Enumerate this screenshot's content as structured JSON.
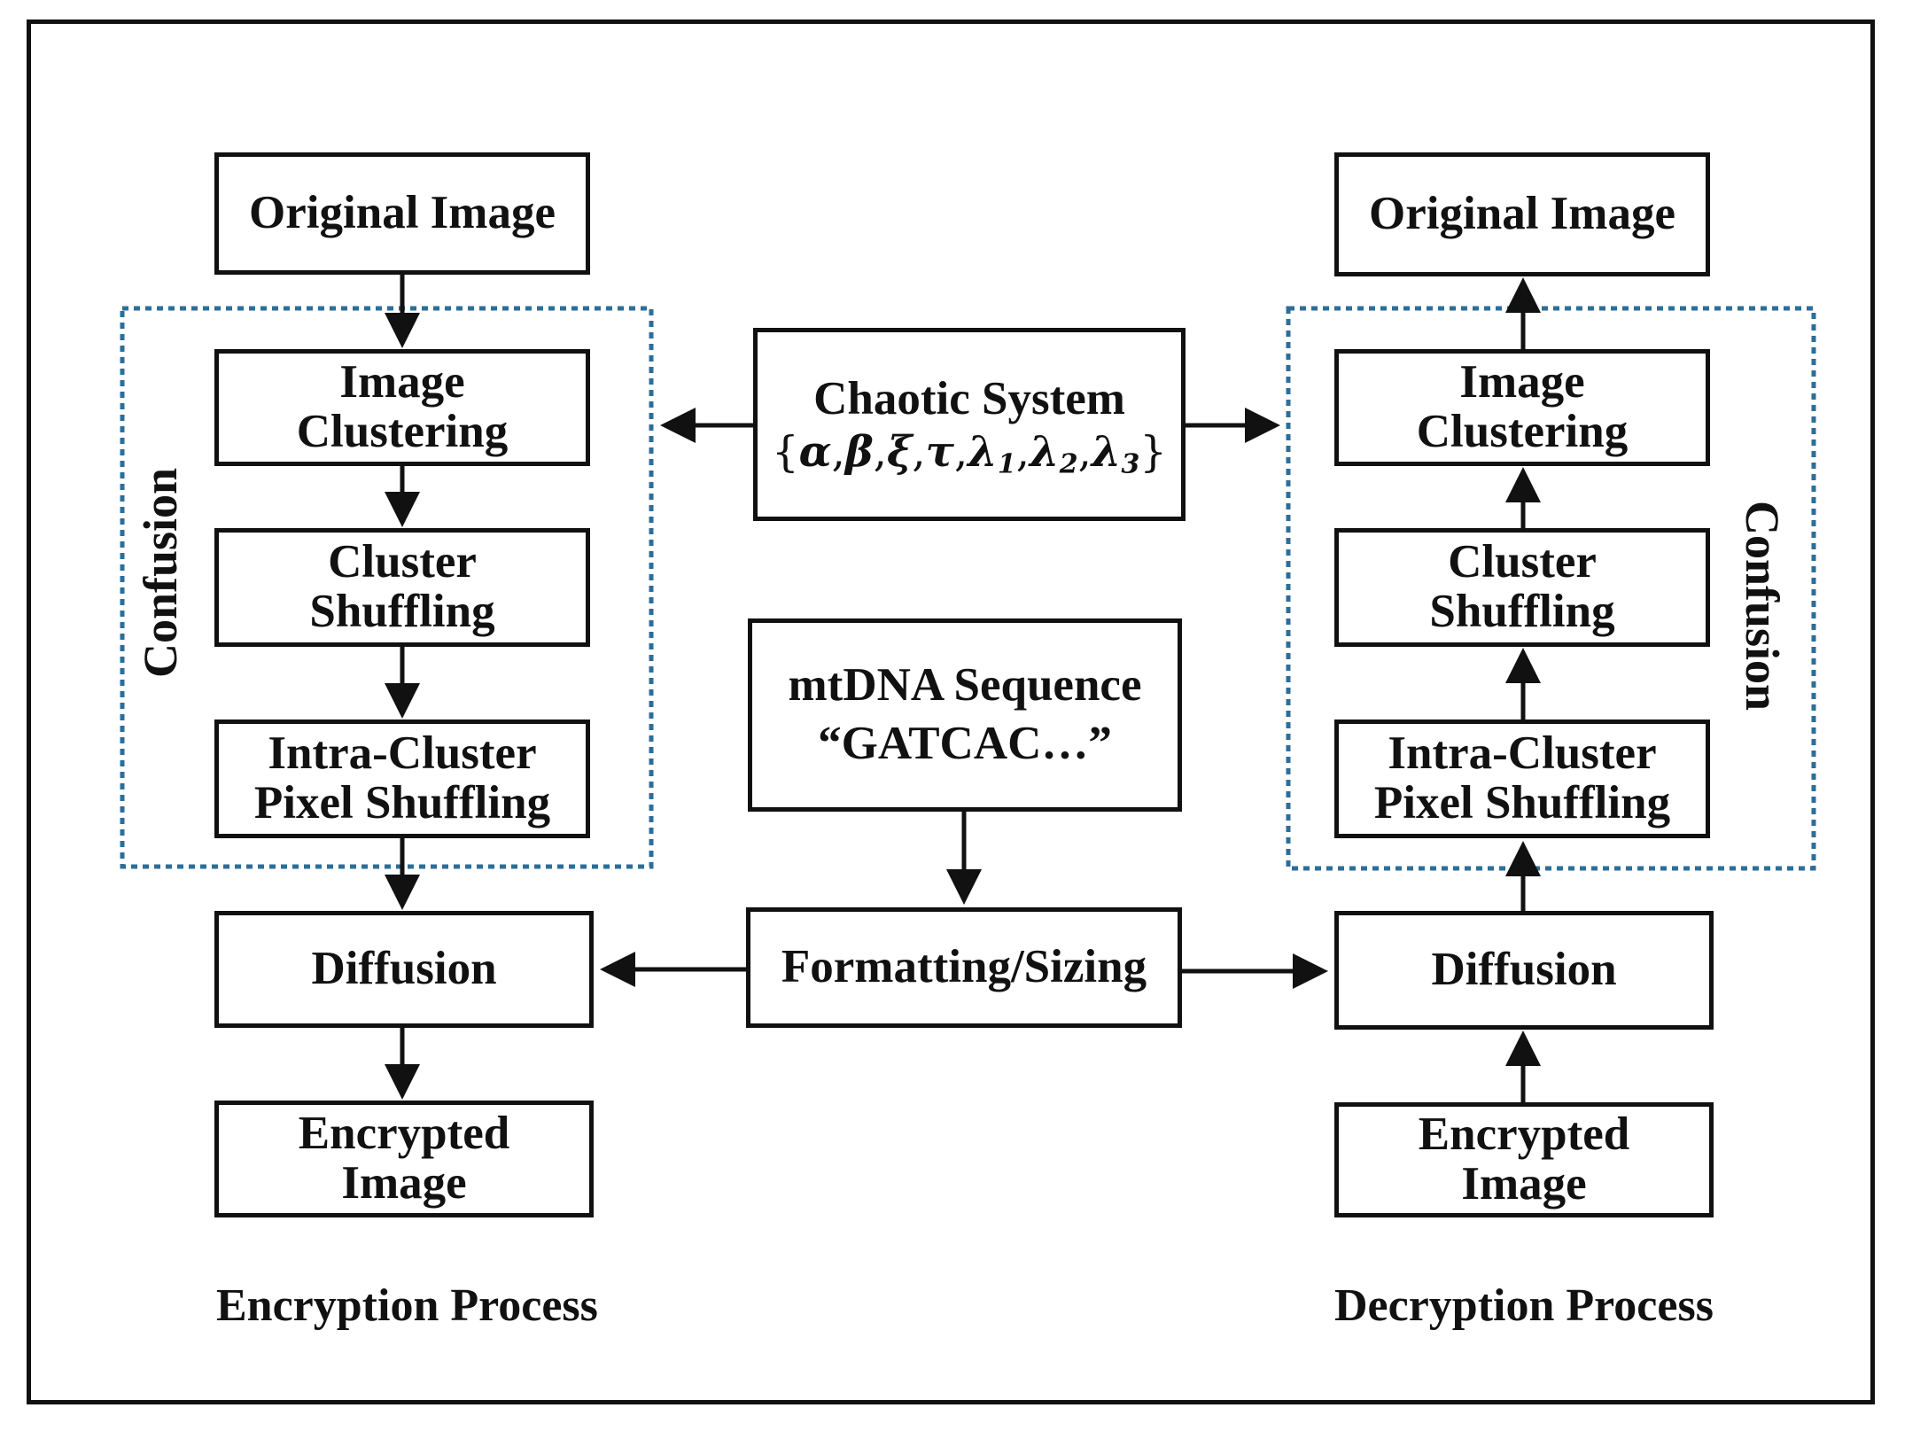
{
  "encryption": {
    "original_image": "Original Image",
    "image_clustering": [
      "Image",
      "Clustering"
    ],
    "cluster_shuffling": [
      "Cluster",
      "Shuffling"
    ],
    "intra_cluster": [
      "Intra-Cluster",
      "Pixel Shuffling"
    ],
    "diffusion": "Diffusion",
    "encrypted_image": [
      "Encrypted",
      "Image"
    ],
    "confusion_label": "Confusion",
    "caption": "Encryption Process"
  },
  "decryption": {
    "original_image": "Original Image",
    "image_clustering": [
      "Image",
      "Clustering"
    ],
    "cluster_shuffling": [
      "Cluster",
      "Shuffling"
    ],
    "intra_cluster": [
      "Intra-Cluster",
      "Pixel Shuffling"
    ],
    "diffusion": "Diffusion",
    "encrypted_image": [
      "Encrypted",
      "Image"
    ],
    "confusion_label": "Confusion",
    "caption": "Decryption Process"
  },
  "center": {
    "chaotic_title": "Chaotic System",
    "chaotic_params": {
      "open": "{",
      "alpha": "α",
      "beta": "β",
      "xi": "ξ",
      "tau": "τ",
      "lambda": "λ",
      "sub1": "1",
      "sub2": "2",
      "sub3": "3",
      "sep": ",",
      "close": "}"
    },
    "mtdna_title": "mtDNA Sequence",
    "mtdna_seq": "“GATCAC…”",
    "formatting": "Formatting/Sizing"
  },
  "colors": {
    "ink": "#111111",
    "confusion_border": "#2c6e99"
  }
}
